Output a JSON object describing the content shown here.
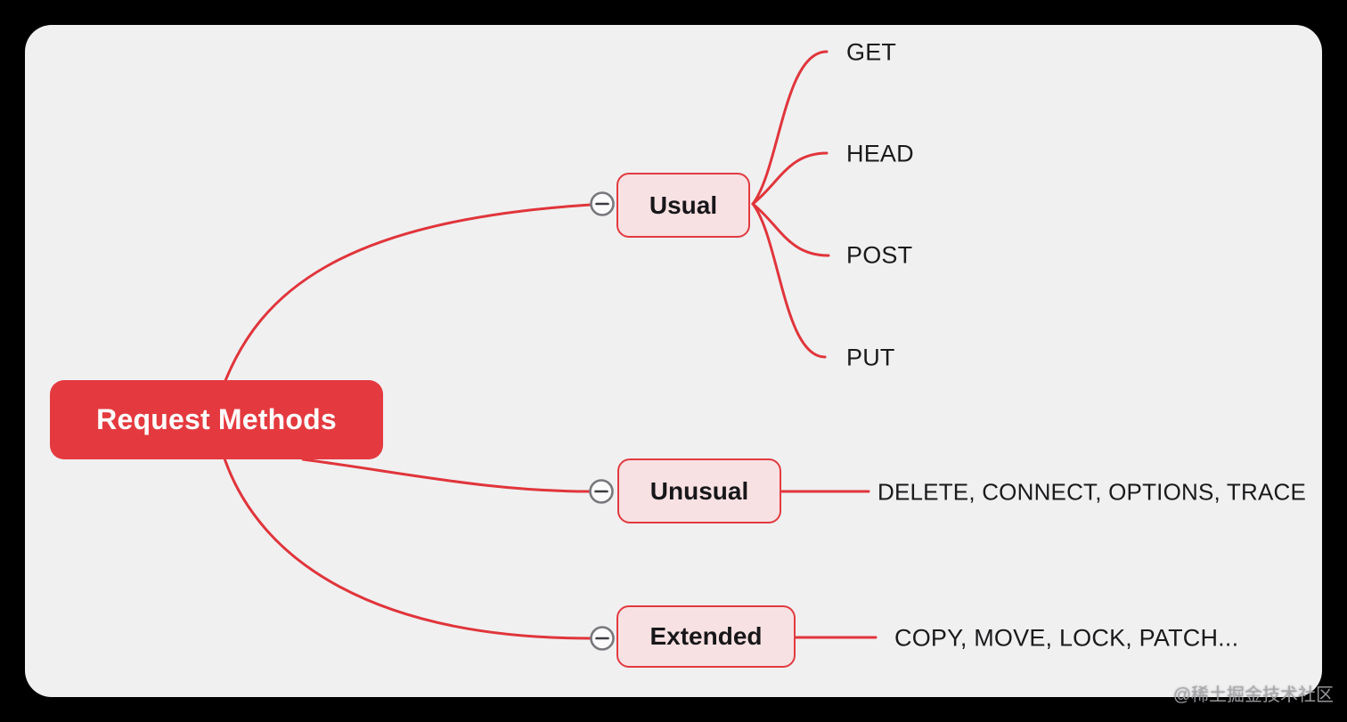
{
  "watermark": "@稀土掘金技术社区",
  "colors": {
    "canvas_bg": "#000000",
    "panel_bg": "#f0f0f1",
    "accent_red": "#e23b3f",
    "branch_fill": "#f8e1e2",
    "branch_border": "#e13b40",
    "leaf_text": "#1a1a1c",
    "collapse_circle_border": "#78787c"
  },
  "mindmap": {
    "root": {
      "label": "Request Methods"
    },
    "branches": [
      {
        "label": "Usual",
        "collapse_icon": "minus",
        "children": [
          {
            "label": "GET"
          },
          {
            "label": "HEAD"
          },
          {
            "label": "POST"
          },
          {
            "label": "PUT"
          }
        ]
      },
      {
        "label": "Unusual",
        "collapse_icon": "minus",
        "children": [
          {
            "label": "DELETE, CONNECT, OPTIONS, TRACE"
          }
        ]
      },
      {
        "label": "Extended",
        "collapse_icon": "minus",
        "children": [
          {
            "label": "COPY, MOVE, LOCK, PATCH..."
          }
        ]
      }
    ]
  }
}
